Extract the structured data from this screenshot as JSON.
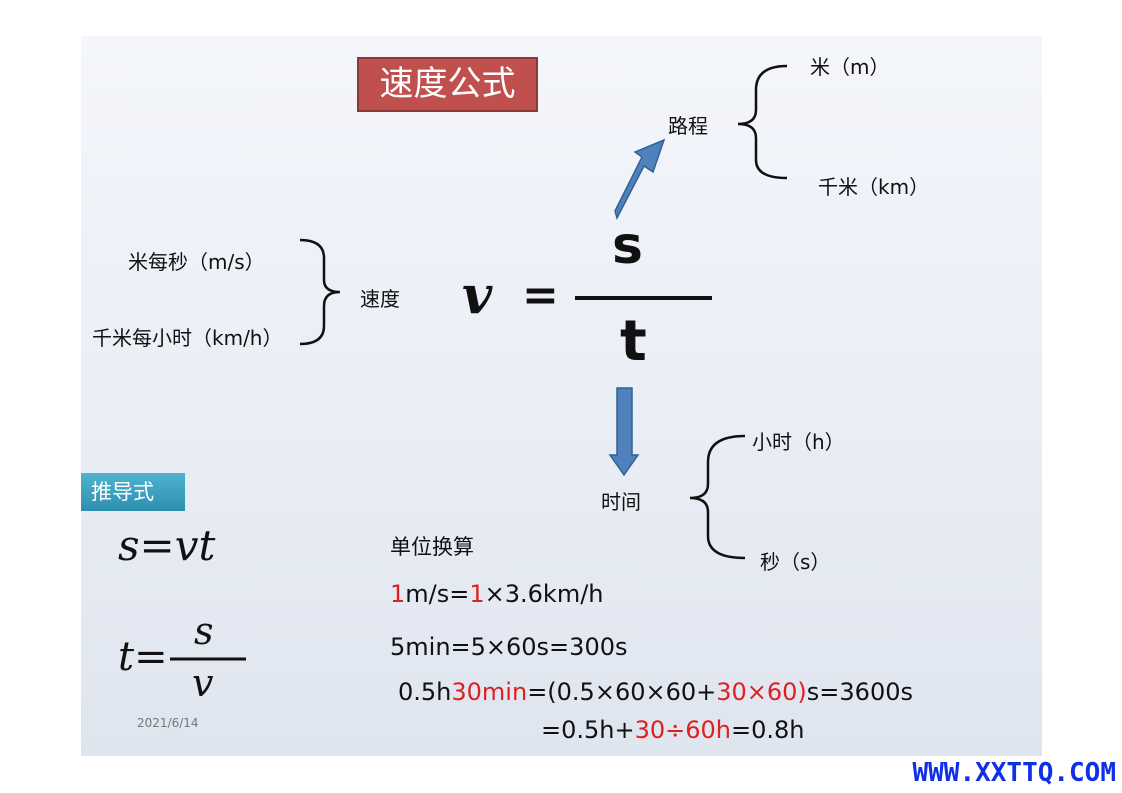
{
  "title": "速度公式",
  "main_formula": {
    "v": "v",
    "equals": "=",
    "numerator": "s",
    "denominator": "t"
  },
  "distance": {
    "label": "路程",
    "units": [
      "米（m）",
      "千米（km）"
    ]
  },
  "speed": {
    "label": "速度",
    "units": [
      "米每秒（m/s）",
      "千米每小时（km/h）"
    ]
  },
  "time": {
    "label": "时间",
    "units": [
      "小时（h）",
      "秒（s）"
    ]
  },
  "derived": {
    "tag": "推导式",
    "formula1": "s=vt",
    "formula2": {
      "left": "t=",
      "numerator": "s",
      "denominator": "v"
    }
  },
  "conversion": {
    "heading": "单位换算",
    "line1": [
      "1",
      "m/s=",
      "1",
      "×3.6km/h"
    ],
    "line2": "5min=5×60s=300s",
    "line3": [
      "0.5h",
      "30min",
      "=(0.5×60×60+",
      "30",
      "×",
      "60)",
      "s=3600s"
    ],
    "line4": [
      "=0.5h+",
      "30",
      "÷",
      "60h",
      "=0.8h"
    ]
  },
  "date": "2021/6/14",
  "watermark": "WWW.XXTTQ.COM",
  "colors": {
    "title_bg": "#c0504d",
    "tag_bg": "#2d8fae",
    "arrow": "#4f81bd",
    "highlight": "#e02020",
    "watermark": "#1030e8"
  }
}
